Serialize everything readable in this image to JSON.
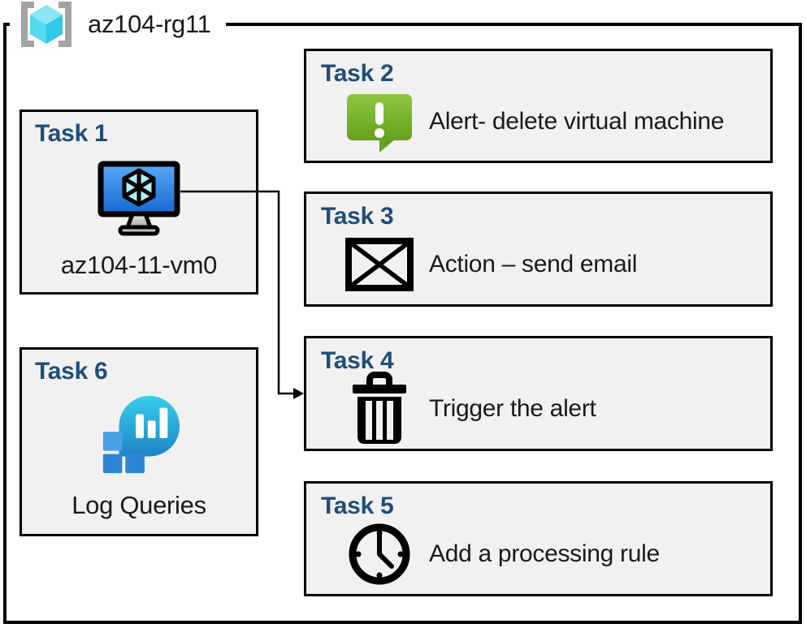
{
  "diagram": {
    "resource_group": {
      "label": "az104-rg11",
      "icon": "resource-group-icon"
    },
    "tasks": [
      {
        "title": "Task 1",
        "label": "az104-11-vm0",
        "icon": "virtual-machine-icon"
      },
      {
        "title": "Task 2",
        "label": "Alert- delete virtual machine",
        "icon": "alert-message-icon"
      },
      {
        "title": "Task 3",
        "label": "Action – send email",
        "icon": "email-envelope-icon"
      },
      {
        "title": "Task 4",
        "label": "Trigger the alert",
        "icon": "trash-delete-icon"
      },
      {
        "title": "Task 5",
        "label": "Add a processing rule",
        "icon": "clock-icon"
      },
      {
        "title": "Task 6",
        "label": "Log Queries",
        "icon": "log-analytics-icon"
      }
    ],
    "connector": {
      "from": "Task 1",
      "to": "Task 4"
    },
    "colors": {
      "task_title_blue": "#1f4e79",
      "box_fill": "#f1f1f2",
      "box_border": "#000000",
      "alert_green_top": "#8ec840",
      "alert_green_bottom": "#64a01d",
      "vm_screen_top": "#58aaf7",
      "vm_screen_bottom": "#1667d1",
      "log_balloon_top": "#38cfec",
      "log_balloon_bottom": "#1f83c4",
      "log_square_light": "#4aa2e6",
      "log_square_dark": "#2c85d2",
      "rg_bracket_gray": "#a3a3a3",
      "rg_cube_top": "#8ae6f5",
      "rg_cube_left": "#55d9ef",
      "rg_cube_right": "#2fc9e9"
    }
  }
}
